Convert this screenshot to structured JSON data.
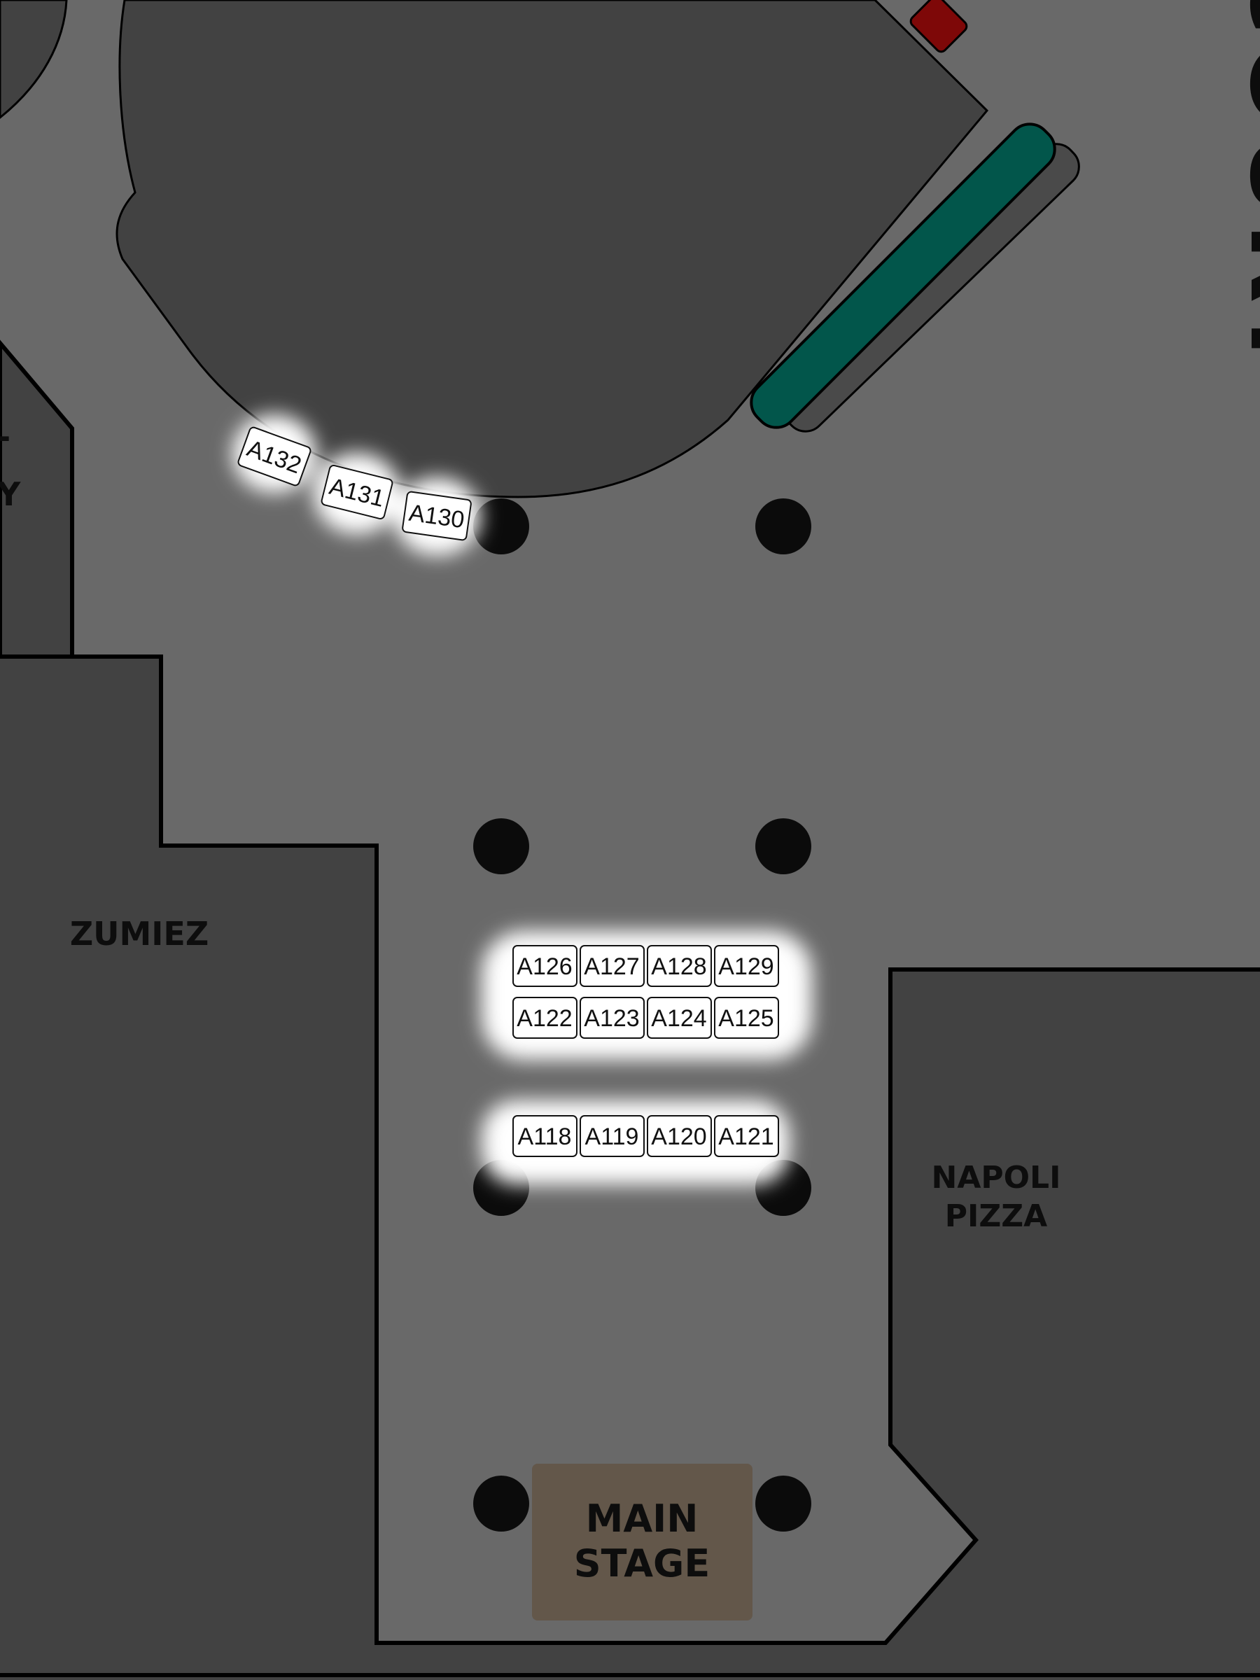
{
  "map": {
    "stores": {
      "zumiez": "ZUMIEZ",
      "napoli_pizza_line1": "NAPOLI",
      "napoli_pizza_line2": "PIZZA",
      "left_partial_line1": "-",
      "left_partial_line2": "Y",
      "food_court_partial": "COURT"
    },
    "stage": {
      "line1": "MAIN",
      "line2": "STAGE"
    },
    "booths": {
      "curved_row": [
        "A132",
        "A131",
        "A130"
      ],
      "cluster_top_row": [
        "A126",
        "A127",
        "A128",
        "A129"
      ],
      "cluster_middle_row": [
        "A122",
        "A123",
        "A124",
        "A125"
      ],
      "cluster_bottom_row": [
        "A118",
        "A119",
        "A120",
        "A121"
      ]
    },
    "colors": {
      "floor": "#696969",
      "store": "#424242",
      "stage": "#63574a",
      "bench": "#02564b",
      "marker": "#7e0808",
      "booth_glow": "#ffffff",
      "pillar": "#0b0b0b"
    }
  }
}
